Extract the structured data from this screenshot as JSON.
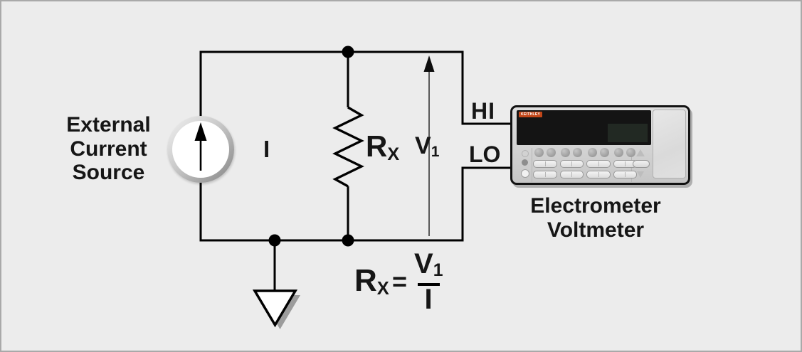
{
  "frame": {
    "background": "#ececec",
    "border_color": "#a9a9a9",
    "wire_color": "#000000"
  },
  "source": {
    "label_line1": "External",
    "label_line2": "Current",
    "label_line3": "Source",
    "current_symbol": "I"
  },
  "resistor": {
    "symbol": "R",
    "subscript": "X"
  },
  "voltage": {
    "symbol": "V",
    "subscript": "1"
  },
  "terminals": {
    "hi": "HI",
    "lo": "LO"
  },
  "meter": {
    "brand": "KEITHLEY",
    "brand_bg": "#c24719",
    "display_bg": "#141414",
    "caption_line1": "Electrometer",
    "caption_line2": "Voltmeter"
  },
  "formula": {
    "lhs_symbol": "R",
    "lhs_subscript": "X",
    "equals": "=",
    "numerator_symbol": "V",
    "numerator_subscript": "1",
    "denominator": "I"
  }
}
